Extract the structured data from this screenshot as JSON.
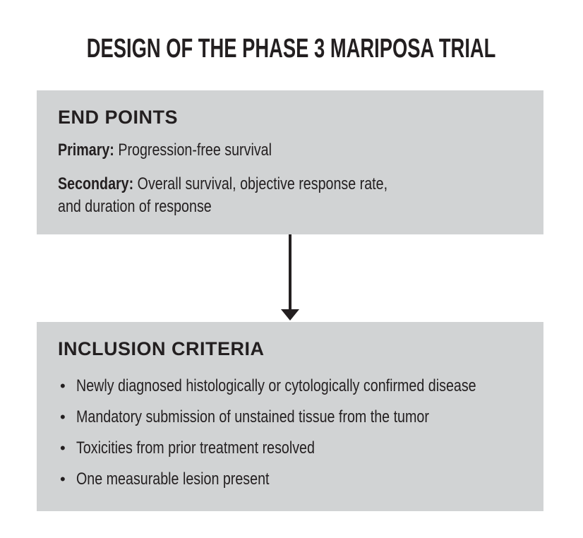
{
  "title": "DESIGN OF THE PHASE 3 MARIPOSA TRIAL",
  "colors": {
    "background": "#ffffff",
    "box_background": "#d1d3d4",
    "text": "#231f20",
    "arrow": "#231f20"
  },
  "endpoints_box": {
    "heading": "END POINTS",
    "primary": {
      "label": "Primary:",
      "text": "Progression-free survival"
    },
    "secondary": {
      "label": "Secondary:",
      "line1": "Overall survival, objective response rate,",
      "line2": "and duration of response"
    }
  },
  "arrow": {
    "direction": "down",
    "icon": "arrow-down"
  },
  "inclusion_box": {
    "heading": "INCLUSION CRITERIA",
    "bullet_glyph": "•",
    "bullets": [
      "Newly diagnosed histologically or cytologically confirmed disease",
      "Mandatory submission of unstained tissue from the tumor",
      "Toxicities from prior treatment resolved",
      "One measurable lesion present"
    ]
  }
}
